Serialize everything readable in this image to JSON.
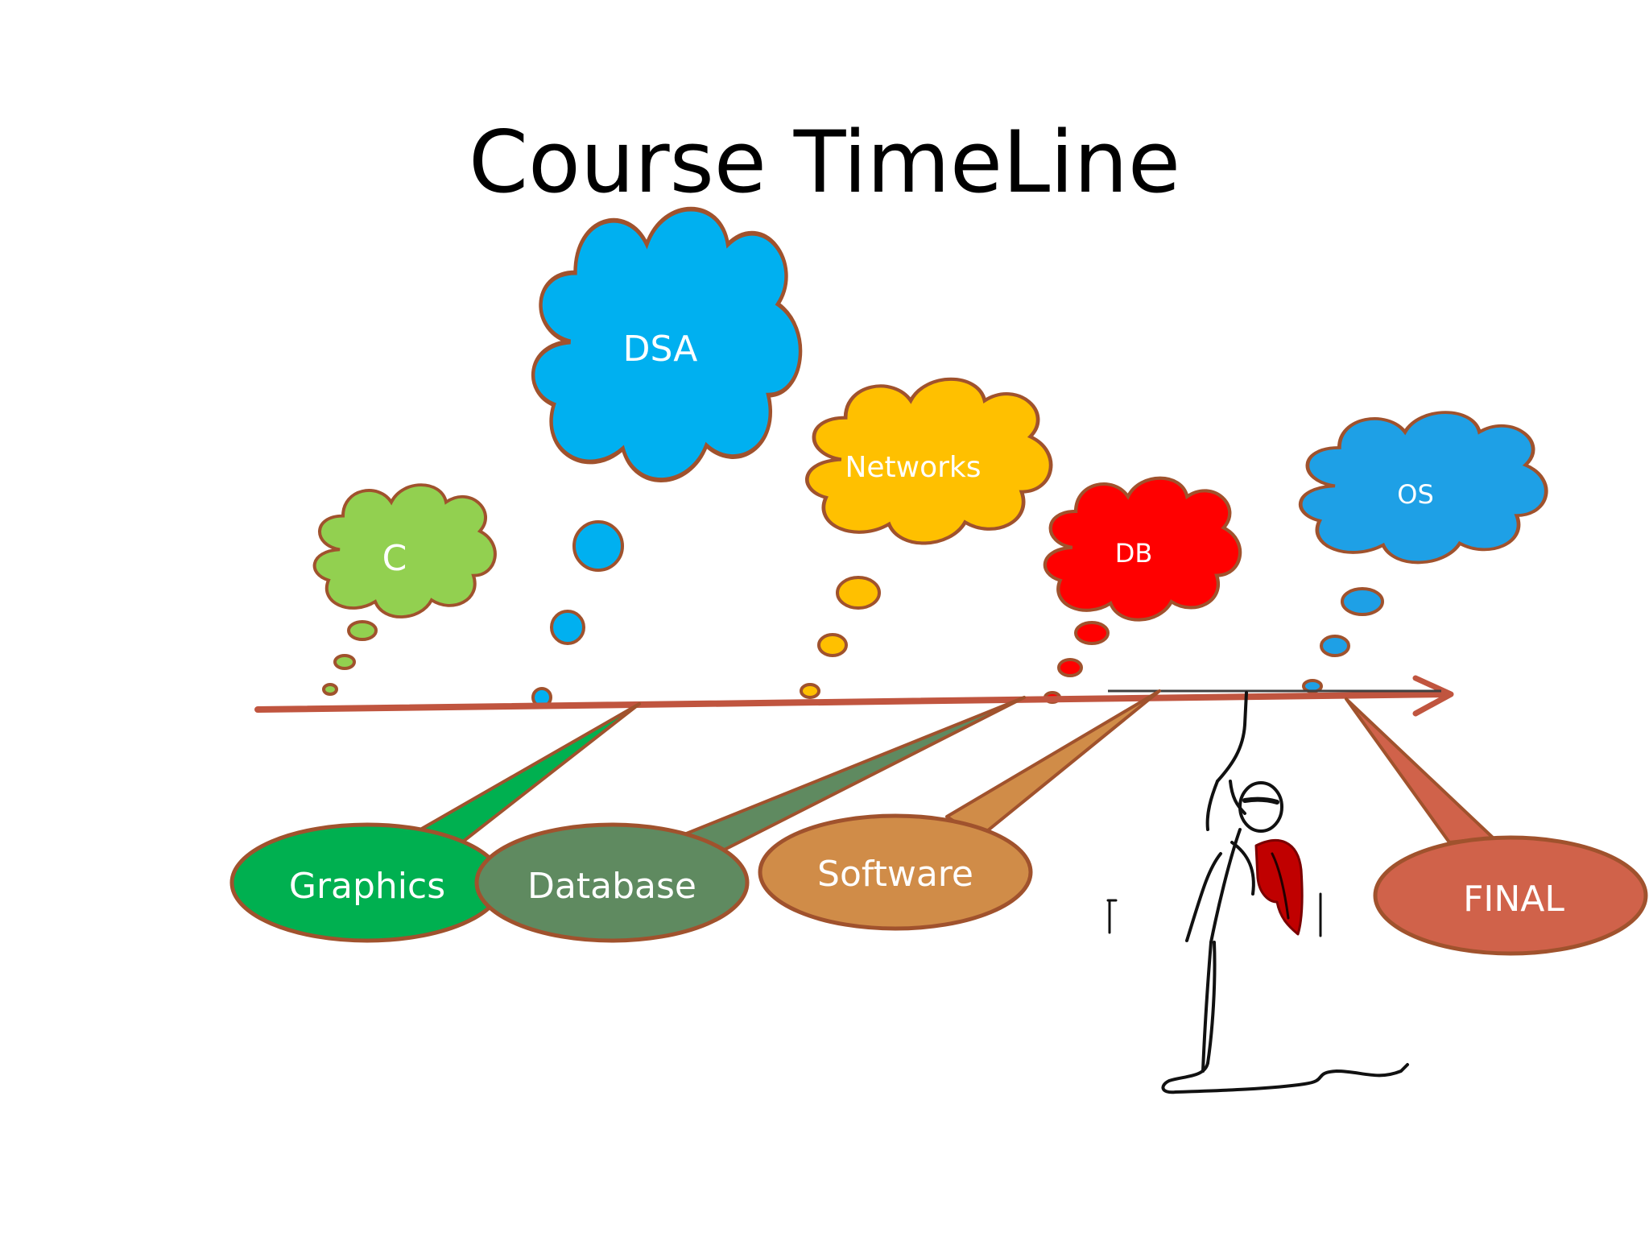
{
  "title": "Course TimeLine",
  "colors": {
    "outline": "#a0522d",
    "timeline": "#c0553f",
    "c": "#92d050",
    "dsa": "#00b0f0",
    "networks": "#ffc000",
    "db": "#ff0000",
    "os": "#1ea0e6",
    "graphics": "#00b050",
    "database": "#5f8a60",
    "software": "#d08c48",
    "final": "#d0624a"
  },
  "clouds": {
    "c": "C",
    "dsa": "DSA",
    "networks": "Networks",
    "db": "DB",
    "os": "OS"
  },
  "callouts": {
    "graphics": "Graphics",
    "database": "Database",
    "software": "Software",
    "final": "FINAL"
  },
  "icons": {
    "figure": "stick-figure-hanging-from-rope-icon"
  }
}
